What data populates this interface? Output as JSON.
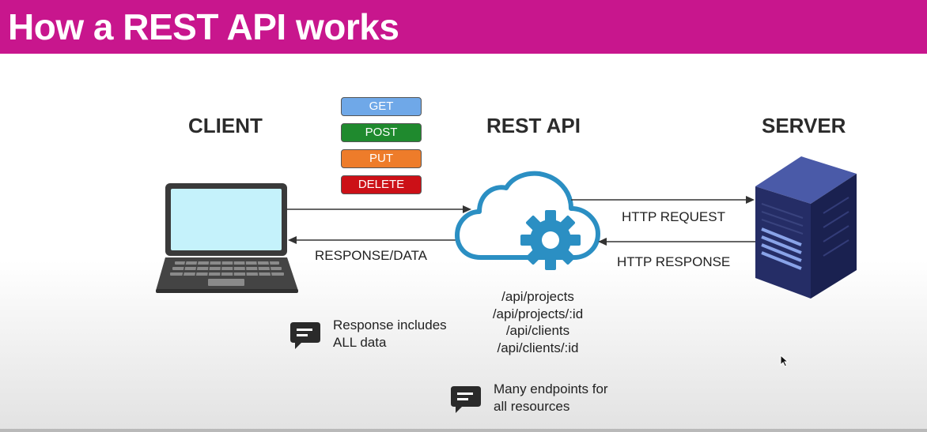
{
  "header": {
    "title": "How a REST API works"
  },
  "colors": {
    "header_bg": "#c8168d",
    "get": "#6fa8e8",
    "post": "#1f8a2e",
    "put": "#ee7c2a",
    "delete": "#cc1017",
    "cloud_icon": "#2b8fc3"
  },
  "diagram": {
    "client_heading": "CLIENT",
    "api_heading": "REST API",
    "server_heading": "SERVER",
    "methods": [
      "GET",
      "POST",
      "PUT",
      "DELETE"
    ],
    "response_data_label": "RESPONSE/DATA",
    "http_request_label": "HTTP REQUEST",
    "http_response_label": "HTTP RESPONSE",
    "endpoints": [
      "/api/projects",
      "/api/projects/:id",
      "/api/clients",
      "/api/clients/:id"
    ],
    "icons": [
      "laptop-icon",
      "cloud-gear-icon",
      "server-icon",
      "chat-icon"
    ]
  },
  "notes": [
    {
      "line1": "Response includes",
      "line2": "ALL data"
    },
    {
      "line1": "Many endpoints for",
      "line2": "all resources"
    }
  ]
}
